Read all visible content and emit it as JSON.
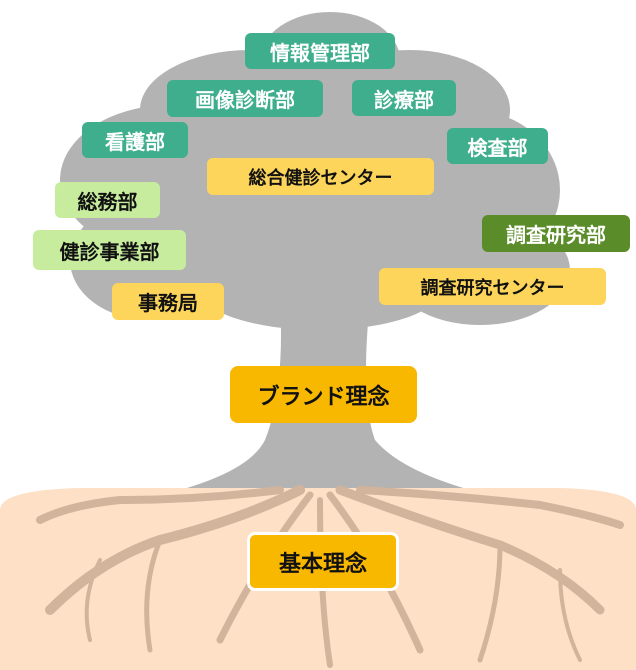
{
  "colors": {
    "department": "#3fae8c",
    "center": "#fdd55b",
    "admin": "#c8ec9e",
    "research": "#5b8c2a",
    "core": "#f8b800",
    "canopy": "#b3b3b3",
    "ground": "#fde0c6",
    "roots": "#d2b39c"
  },
  "canopy": {
    "info_management": "情報管理部",
    "diagnostic_imaging": "画像診断部",
    "clinical": "診療部",
    "nursing": "看護部",
    "laboratory": "検査部",
    "health_checkup_center": "総合健診センター",
    "general_affairs": "総務部",
    "health_checkup_business": "健診事業部",
    "research_dept": "調査研究部",
    "research_center": "調査研究センター",
    "secretariat": "事務局"
  },
  "trunk": {
    "brand_philosophy": "ブランド理念"
  },
  "roots": {
    "basic_philosophy": "基本理念"
  }
}
